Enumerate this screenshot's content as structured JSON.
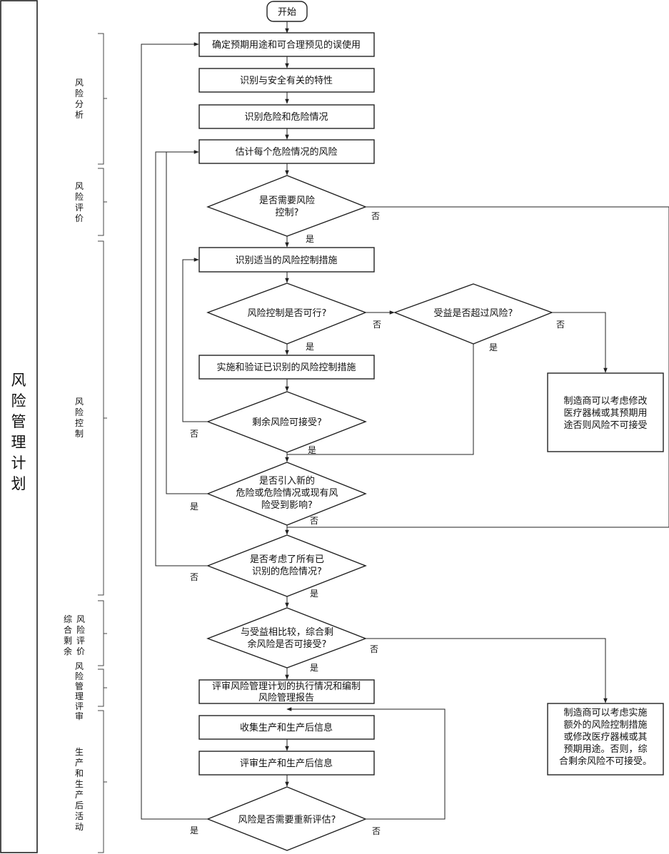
{
  "side_title": [
    "风",
    "险",
    "管",
    "理",
    "计",
    "划"
  ],
  "phases": {
    "analysis": [
      "风",
      "险",
      "分",
      "析"
    ],
    "evaluation": [
      "风",
      "险",
      "评",
      "价"
    ],
    "control": [
      "风",
      "险",
      "控",
      "制"
    ],
    "residual_col1": [
      "综",
      "合",
      "剩",
      "余"
    ],
    "residual_col2": [
      "风",
      "险",
      "评",
      "价"
    ],
    "review": [
      "风",
      "险",
      "管",
      "理",
      "评",
      "审"
    ],
    "production": [
      "生",
      "产",
      "和",
      "生",
      "产",
      "后",
      "活",
      "动"
    ]
  },
  "nodes": {
    "start": "开始",
    "intended_use": "确定预期用途和可合理预见的误使用",
    "safety_features": "识别与安全有关的特性",
    "hazards": "识别危险和危险情况",
    "estimate_risk": "估计每个危险情况的风险",
    "need_control": [
      "是否需要风险",
      "控制?"
    ],
    "identify_measures": "识别适当的风险控制措施",
    "control_feasible": "风险控制是否可行?",
    "benefit_exceeds": "受益是否超过风险?",
    "implement_verify": "实施和验证已识别的风险控制措施",
    "residual_acceptable": "剩余风险可接受?",
    "new_hazards": [
      "是否引入新的",
      "危险或危险情况或现有风",
      "险受到影响?"
    ],
    "all_considered": [
      "是否考虑了所有已",
      "识别的危险情况?"
    ],
    "overall_acceptable": [
      "与受益相比较，综合剩",
      "余风险是否可接受?"
    ],
    "review_report": [
      "评审风险管理计划的执行情况和编制",
      "风险管理报告"
    ],
    "collect_info": "收集生产和生产后信息",
    "review_info": "评审生产和生产后信息",
    "reassess": "风险是否需要重新评估?",
    "note1": [
      "制造商可以考虑修改",
      "医疗器械或其预期用",
      "途否则风险不可接受"
    ],
    "note2": [
      "制造商可以考虑实施",
      "额外的风险控制措施",
      "或修改医疗器械或其",
      "预期用途。否则，综",
      "合剩余风险不可接受。"
    ]
  },
  "labels": {
    "need_control_no": "否",
    "need_control_yes": "是",
    "feasible_no": "否",
    "feasible_yes": "是",
    "benefit_no": "否",
    "benefit_yes": "是",
    "residual_no": "否",
    "residual_yes": "是",
    "new_hazards_yes": "是",
    "new_hazards_no": "否",
    "all_considered_no": "否",
    "all_considered_yes": "是",
    "overall_no": "否",
    "overall_yes": "是",
    "reassess_yes": "是",
    "reassess_no": "否"
  },
  "colors": {
    "stroke": "#222222",
    "fill": "#ffffff",
    "text": "#111111"
  }
}
